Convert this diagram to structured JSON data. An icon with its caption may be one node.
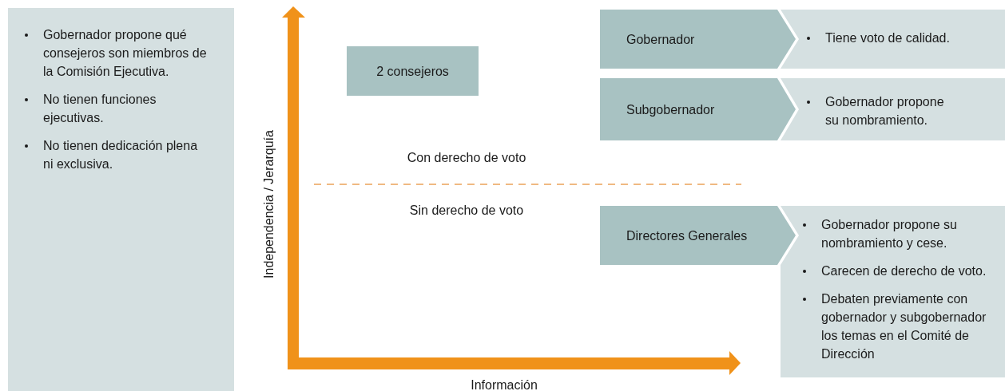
{
  "diagram": {
    "nodes": [
      {
        "text": [
          "Gobernador propone qué consejeros son miembros de la Comisión Ejecutiva.",
          "No tienen funciones ejecutivas.",
          "No tienen dedicación plena ni exclusiva."
        ]
      },
      {
        "text": [
          "2 consejeros"
        ]
      },
      {
        "text": [
          "Gobernador"
        ]
      },
      {
        "text": [
          "Tiene voto de calidad."
        ]
      },
      {
        "text": [
          "Subgobernador"
        ]
      },
      {
        "text": [
          "Gobernador propone su nombramiento."
        ]
      },
      {
        "text": [
          "Directores Generales"
        ]
      },
      {
        "text": [
          "Gobernador propone su nombramiento y cese.",
          "Carecen de derecho de voto.",
          "Debaten previamente con gobernador y subgobernador los temas en el Comité de Dirección"
        ]
      }
    ],
    "labels": [
      "Con derecho de voto",
      "Sin derecho de voto",
      "Independencia / Jerarquía",
      "Información"
    ]
  }
}
